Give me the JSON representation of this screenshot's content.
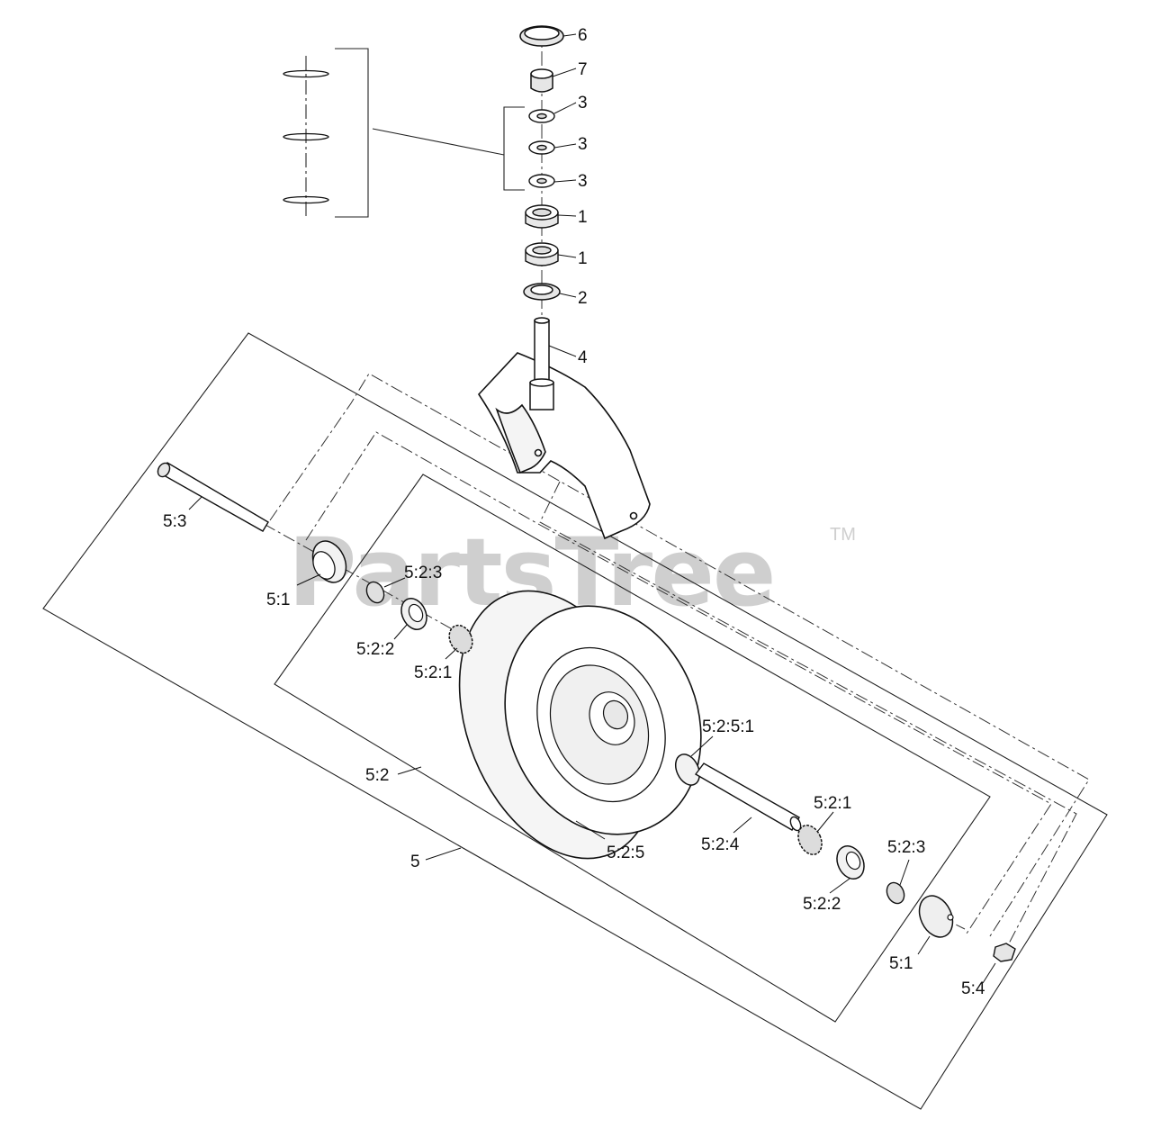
{
  "watermark": {
    "text": "PartsTree",
    "tm": "TM"
  },
  "callouts": {
    "c6": "6",
    "c7": "7",
    "c3a": "3",
    "c3b": "3",
    "c3c": "3",
    "c1a": "1",
    "c1b": "1",
    "c2": "2",
    "c4": "4",
    "c53": "5:3",
    "c51_left": "5:1",
    "c523_left": "5:2:3",
    "c522_left": "5:2:2",
    "c521_left": "5:2:1",
    "c5251": "5:2:5:1",
    "c52": "5:2",
    "c5": "5",
    "c525": "5:2:5",
    "c524": "5:2:4",
    "c521_right": "5:2:1",
    "c523_right": "5:2:3",
    "c522_right": "5:2:2",
    "c51_right": "5:1",
    "c54": "5:4"
  }
}
